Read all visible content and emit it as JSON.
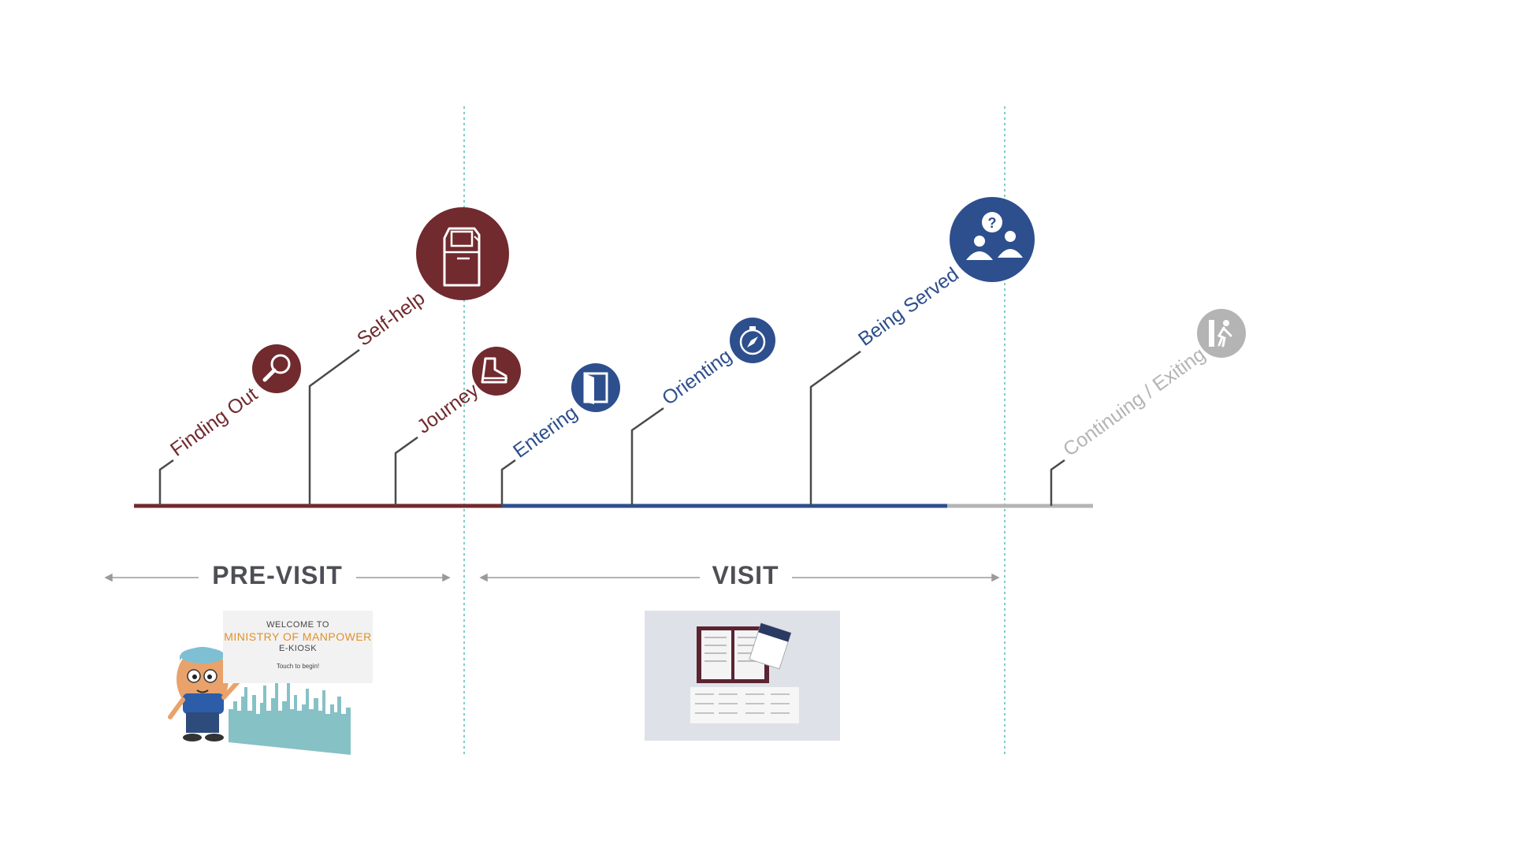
{
  "colors": {
    "previsit": "#712a2e",
    "visit": "#2e4f8d",
    "exit": "#b4b4b4",
    "divider": "#7ecfc4",
    "stem": "#4a4a4a",
    "arrow": "#9a9a9a"
  },
  "stages": [
    {
      "label": "Finding Out",
      "phase": "previsit",
      "icon": "magnifier-icon"
    },
    {
      "label": "Self-help",
      "phase": "previsit",
      "icon": "kiosk-icon"
    },
    {
      "label": "Journey",
      "phase": "previsit",
      "icon": "walking-shoe-icon"
    },
    {
      "label": "Entering",
      "phase": "visit",
      "icon": "door-icon"
    },
    {
      "label": "Orienting",
      "phase": "visit",
      "icon": "compass-icon"
    },
    {
      "label": "Being Served",
      "phase": "visit",
      "icon": "service-counter-icon"
    },
    {
      "label": "Continuing / Exiting",
      "phase": "exit",
      "icon": "exit-door-icon"
    }
  ],
  "phases": {
    "previsit": "PRE-VISIT",
    "visit": "VISIT"
  },
  "kiosk_screen": {
    "welcome": "WELCOME TO",
    "ministry": "MINISTRY OF MANPOWER",
    "ekiosk": "E-KIOSK",
    "touch": "Touch to begin!"
  }
}
